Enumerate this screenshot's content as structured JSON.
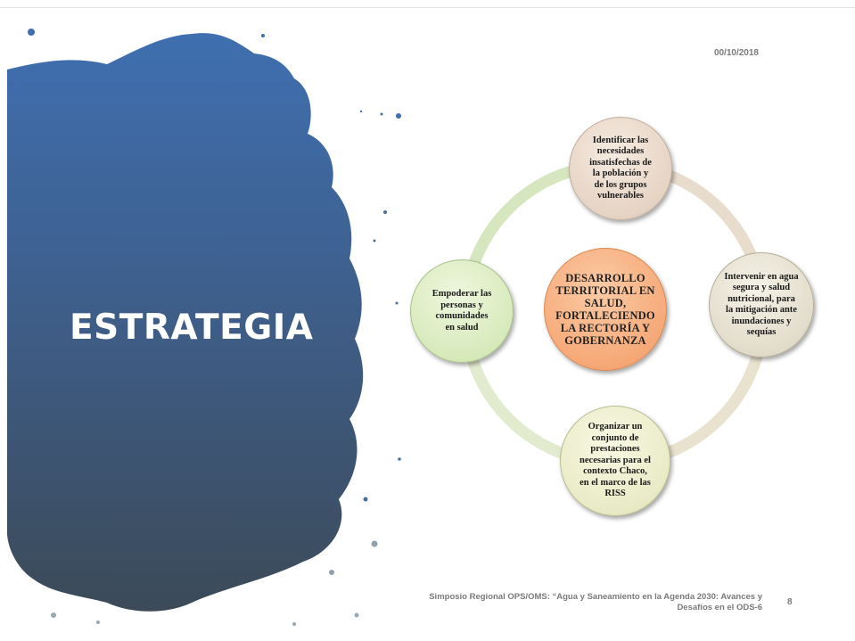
{
  "slide": {
    "title": "ESTRATEGIA",
    "date": "00/10/2018",
    "footer": "Simposio Regional OPS/OMS: “Agua y Saneamiento en la Agenda 2030: Avances y Desafíos en el ODS-6",
    "page_number": "8"
  },
  "diagram": {
    "center": {
      "lines": [
        "DESARROLLO",
        "TERRITORIAL EN",
        "SALUD,",
        "FORTALECIENDO",
        "LA RECTORÍA Y",
        "GOBERNANZA"
      ],
      "color": "#f6a978"
    },
    "nodes": [
      {
        "id": "top",
        "lines": [
          "Identificar las",
          "necesidades",
          "insatisfechas de",
          "la población y",
          "de los grupos",
          "vulnerables"
        ],
        "color": "#e6d4c4"
      },
      {
        "id": "right",
        "lines": [
          "Intervenir en agua",
          "segura y salud",
          "nutricional, para",
          "la mitigación ante",
          "inundaciones y",
          "sequías"
        ],
        "color": "#e2dccb"
      },
      {
        "id": "bottom",
        "lines": [
          "Organizar un",
          "conjunto de",
          "prestaciones",
          "necesarias  para el",
          "contexto Chaco,",
          "en el marco de las",
          "RISS"
        ],
        "color": "#e9ebc6"
      },
      {
        "id": "left",
        "lines": [
          "Empoderar las",
          "personas y",
          "comunidades",
          "en salud"
        ],
        "color": "#d7eabb"
      }
    ]
  },
  "colors": {
    "splash_top": "#3f6fb0",
    "splash_bottom": "#3c4a58",
    "ring_green": "#d6e6bf",
    "ring_beige": "#e8dccd"
  }
}
